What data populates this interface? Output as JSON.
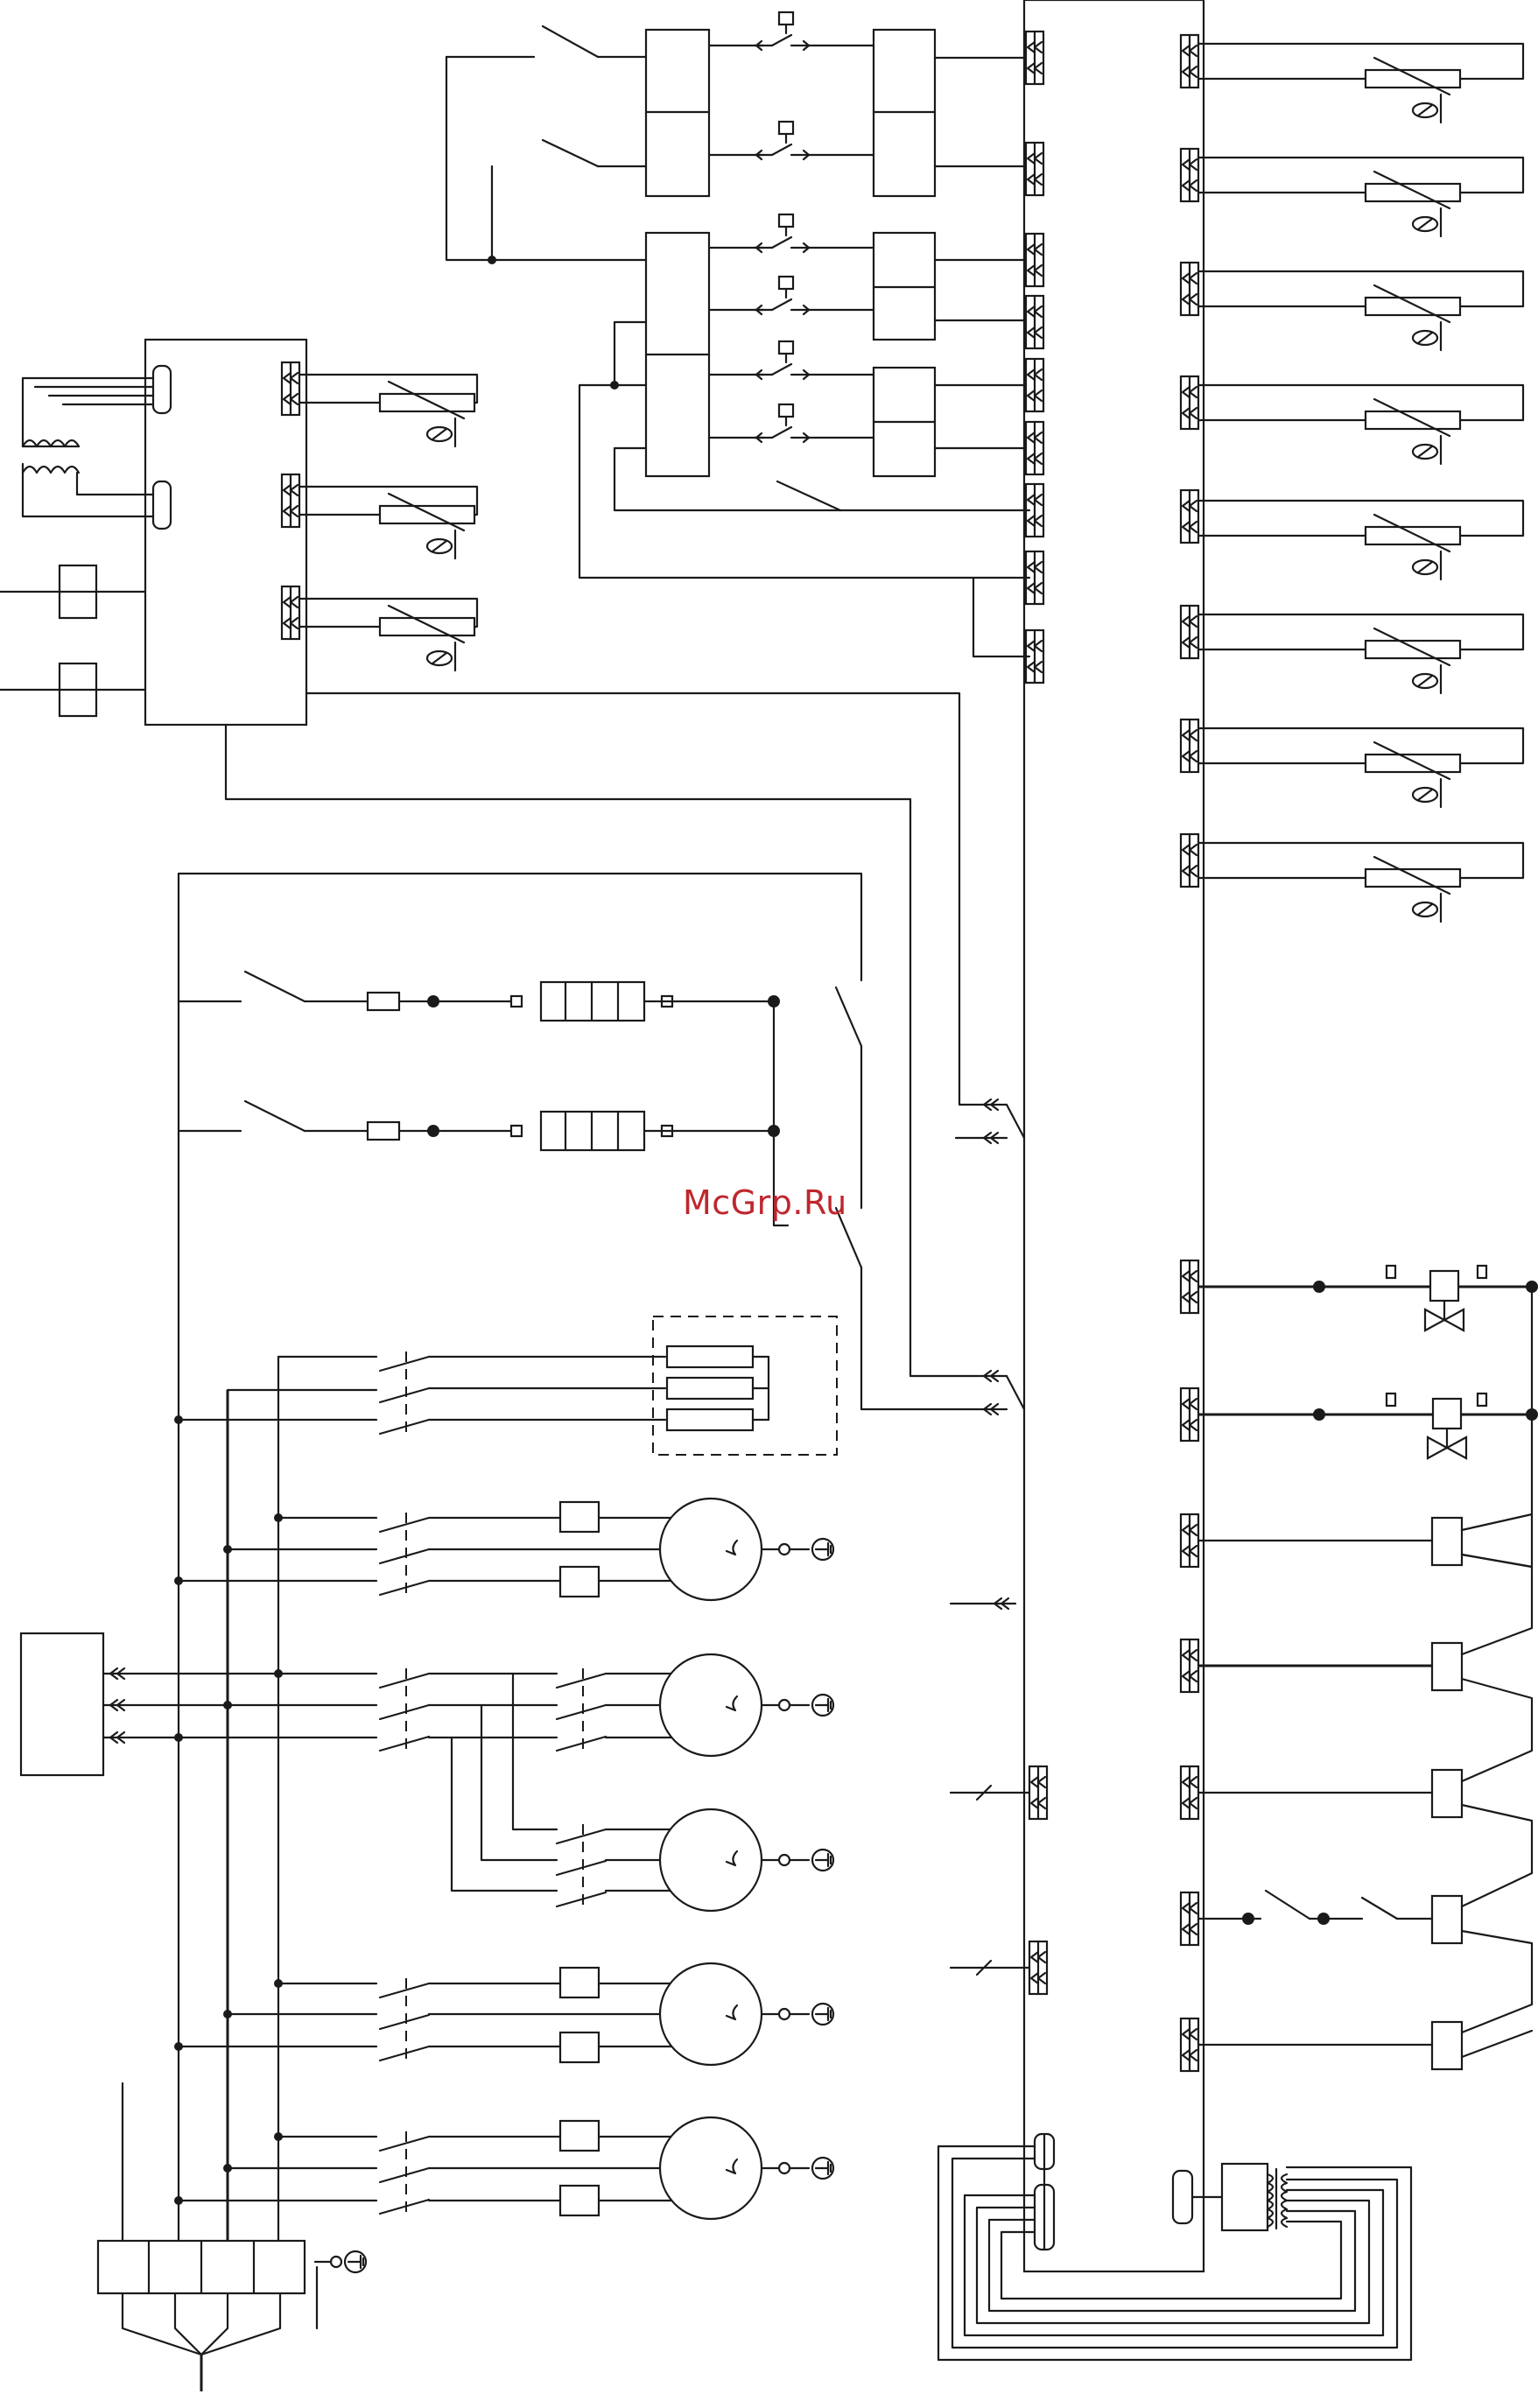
{
  "watermark": {
    "text": "McGrp.Ru",
    "color": "#c0262d"
  },
  "diagram": {
    "kind": "electrical wiring schematic",
    "connector_icon": "double-chevron-icon",
    "ground_icon": "ground-symbol-icon",
    "motor_count": 5,
    "heater_sensor_count": 11,
    "relay_coil_count": 5
  }
}
